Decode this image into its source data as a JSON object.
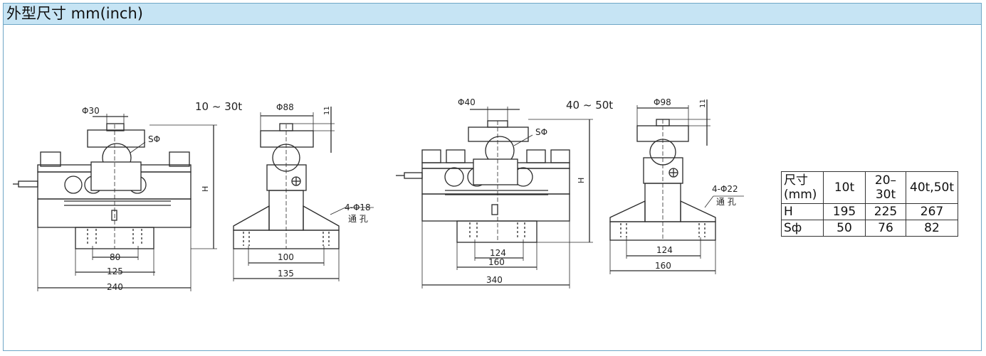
{
  "header": {
    "title": "外型尺寸 mm(inch)"
  },
  "drawing_small": {
    "range": "10 ~ 30t",
    "front": {
      "phi_top": "Φ30",
      "sphere": "SΦ",
      "height": "H",
      "dim_inner": "80",
      "dim_mid": "125",
      "dim_overall": "240"
    },
    "side": {
      "phi_top": "Φ88",
      "dim_gap": "11",
      "holes": "4-Φ18",
      "through_hole": "通 孔",
      "dim_inner": "100",
      "dim_overall": "135"
    }
  },
  "drawing_large": {
    "range": "40 ~ 50t",
    "front": {
      "phi_top": "Φ40",
      "sphere": "SΦ",
      "height": "H",
      "dim_inner": "124",
      "dim_mid": "160",
      "dim_overall": "340"
    },
    "side": {
      "phi_top": "Φ98",
      "dim_gap": "11",
      "holes": "4-Φ22",
      "through_hole": "通 孔",
      "dim_inner": "124",
      "dim_overall": "160"
    }
  },
  "table": {
    "header": [
      "尺寸\n(mm)",
      "10t",
      "20–\n30t",
      "40t,50t"
    ],
    "rows": [
      [
        "H",
        "195",
        "225",
        "267"
      ],
      [
        "Sф",
        "50",
        "76",
        "82"
      ]
    ]
  }
}
